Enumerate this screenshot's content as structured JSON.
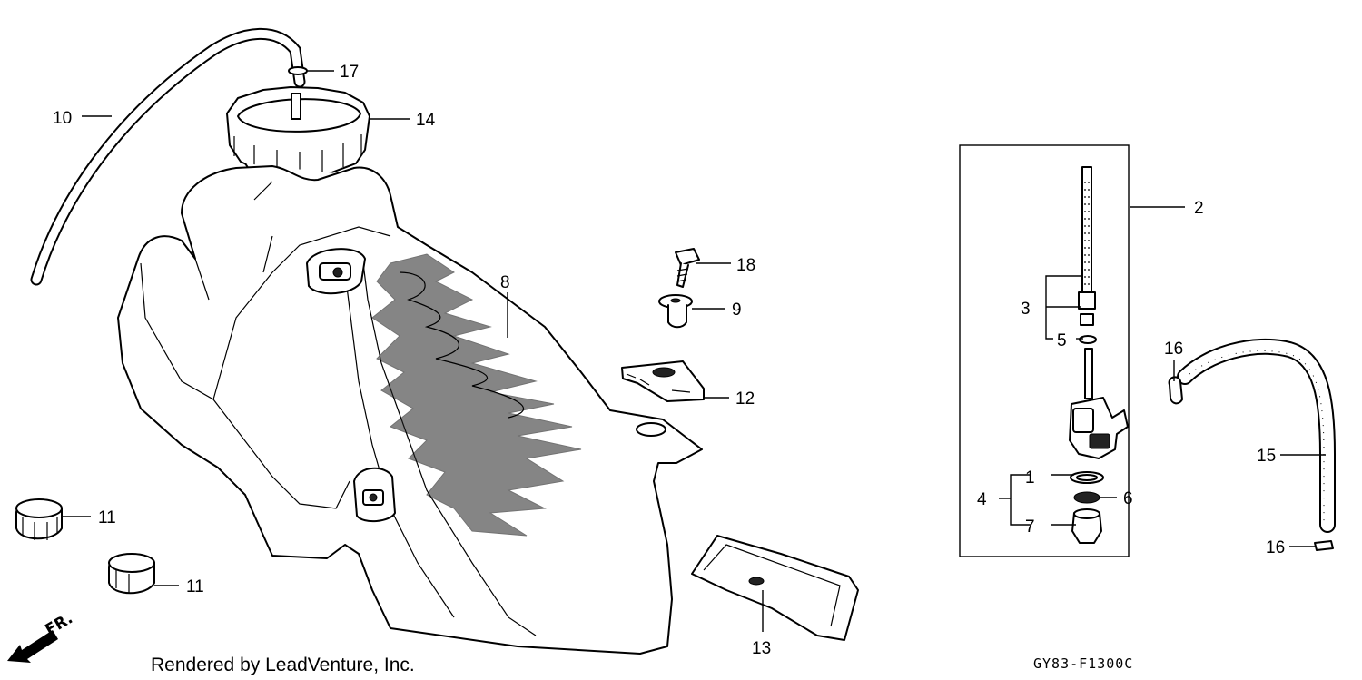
{
  "callouts": {
    "c1": "1",
    "c2": "2",
    "c3": "3",
    "c4": "4",
    "c5": "5",
    "c6": "6",
    "c7": "7",
    "c8": "8",
    "c9": "9",
    "c10": "10",
    "c11a": "11",
    "c11b": "11",
    "c12": "12",
    "c13": "13",
    "c14": "14",
    "c15": "15",
    "c16a": "16",
    "c16b": "16",
    "c17": "17",
    "c18": "18"
  },
  "credit": "Rendered by LeadVenture, Inc.",
  "diagram_code": "GY83-F1300C",
  "direction_label": "FR."
}
